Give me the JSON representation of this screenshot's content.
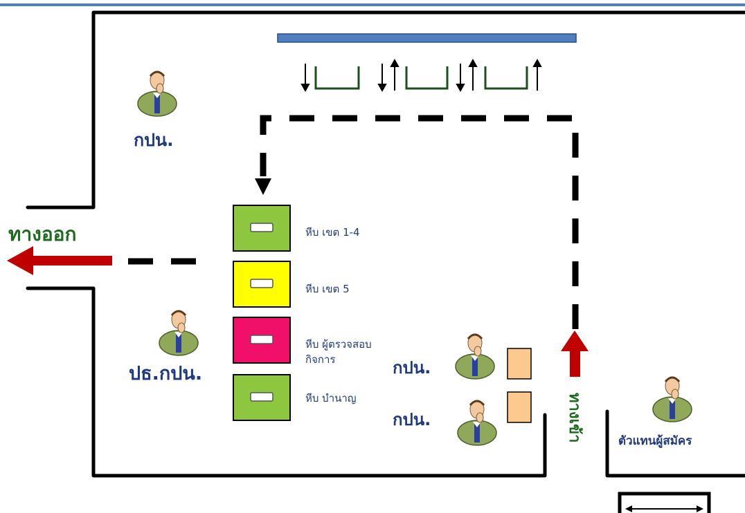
{
  "exit": {
    "label": "ทางออก"
  },
  "entrance": {
    "label": "ทางเข้า"
  },
  "officials": {
    "top_left": "กปน.",
    "chairman": "ปธ.กปน.",
    "counter_1": "กปน.",
    "counter_2": "กปน."
  },
  "candidate_rep": "ตัวแทนผู้สมัคร",
  "ballot_boxes": [
    {
      "label": "หีบ เขต 1-4",
      "color": "#8dc63f"
    },
    {
      "label": "หีบ เขต 5",
      "color": "#ffff00"
    },
    {
      "label": "หีบ ผู้ตรวจสอบ\nกิจการ",
      "color": "#f0106a"
    },
    {
      "label": "หีบ บำนาญ",
      "color": "#8dc63f"
    }
  ],
  "colors": {
    "wall": "#000000",
    "header_line": "#4f7fc0",
    "screen_bar": "#4f7fc0",
    "booth": "#1e4d1e",
    "arrow_red": "#c00000",
    "desk": "#fcc98f",
    "text_blue": "#1f3a80",
    "text_green": "#1e6a1e"
  },
  "icons": [
    "official-person-icon",
    "voting-booth-icon",
    "ballot-box-icon",
    "desk-icon",
    "exit-arrow-icon",
    "entrance-arrow-icon"
  ]
}
